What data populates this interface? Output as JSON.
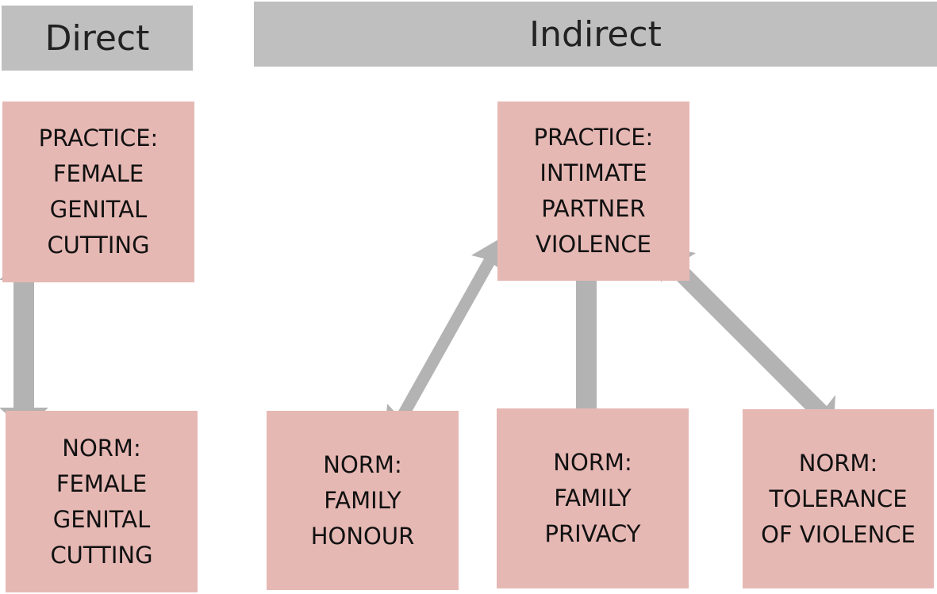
{
  "headers": {
    "direct": "Direct",
    "indirect": "Indirect"
  },
  "direct": {
    "practice": {
      "line1": "PRACTICE:",
      "line2": "FEMALE",
      "line3": "GENITAL",
      "line4": "CUTTING"
    },
    "norm": {
      "line1": "NORM:",
      "line2": "FEMALE",
      "line3": "GENITAL",
      "line4": "CUTTING"
    }
  },
  "indirect": {
    "practice": {
      "line1": "PRACTICE:",
      "line2": "INTIMATE",
      "line3": "PARTNER",
      "line4": "VIOLENCE"
    },
    "norm_honour": {
      "line1": "NORM:",
      "line2": "FAMILY",
      "line3": "HONOUR"
    },
    "norm_privacy": {
      "line1": "NORM:",
      "line2": "FAMILY",
      "line3": "PRIVACY"
    },
    "norm_tolerance": {
      "line1": "NORM:",
      "line2": "TOLERANCE",
      "line3": "OF VIOLENCE"
    }
  },
  "colors": {
    "box_fill": "#e6b8b4",
    "banner_fill": "#bfbfbf",
    "arrow_fill": "#b3b3b3"
  }
}
